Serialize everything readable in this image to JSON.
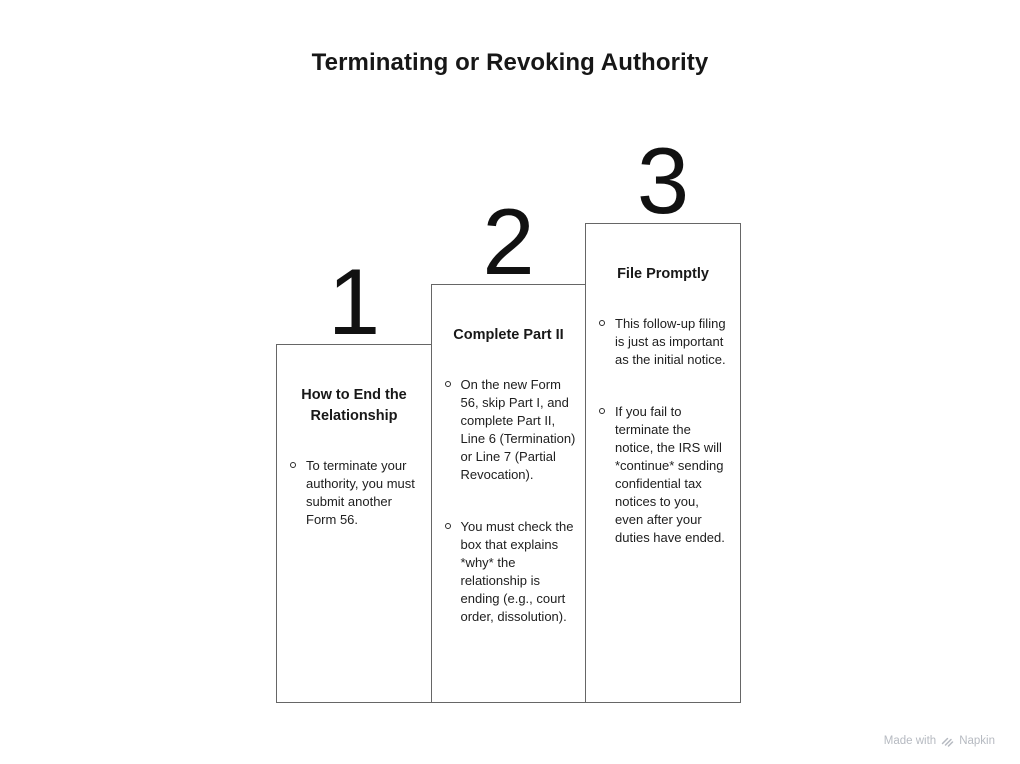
{
  "title": "Terminating or Revoking Authority",
  "steps": [
    {
      "number": "1",
      "heading": "How to End the Relationship",
      "bullets": [
        "To terminate your authority, you must submit another Form 56."
      ]
    },
    {
      "number": "2",
      "heading": "Complete Part II",
      "bullets": [
        "On the new Form 56, skip Part I, and complete Part II, Line 6 (Termination) or Line 7 (Partial Revocation).",
        "You must check the box that explains *why* the relationship is ending (e.g., court order, dissolution)."
      ]
    },
    {
      "number": "3",
      "heading": "File Promptly",
      "bullets": [
        "This follow-up filing is just as important as the initial notice.",
        "If you fail to terminate the notice, the IRS will *continue* sending confidential tax notices to you, even after your duties have ended."
      ]
    }
  ],
  "watermark": {
    "prefix": "Made with",
    "brand": "Napkin",
    "icon": "napkin-logo-icon"
  },
  "colors": {
    "background": "#ffffff",
    "text": "#1d1d1d",
    "box_border": "#666666",
    "watermark_gray": "#b6bac1"
  }
}
